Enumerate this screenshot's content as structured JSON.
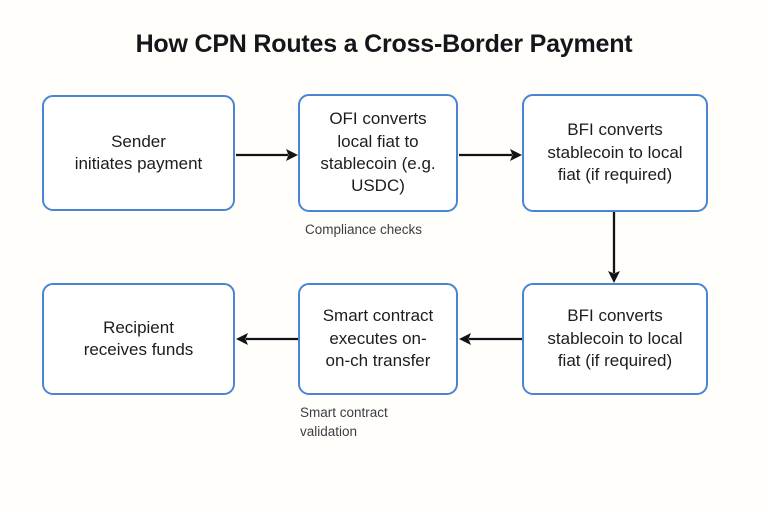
{
  "diagram": {
    "title": "How CPN Routes a Cross-Border Payment",
    "background_color": "#fffefb",
    "node_border_color": "#4a85d4",
    "node_fill_color": "#ffffff",
    "arrow_color": "#111317",
    "text_color": "#1b1d21",
    "nodes": [
      {
        "id": "sender",
        "label": "Sender\ninitiates payment"
      },
      {
        "id": "ofi",
        "label": "OFI converts\nlocal fiat to\nstablecoin (e.g.\nUSDC)"
      },
      {
        "id": "bfi-top",
        "label": "BFI converts\nstablecoin to local\nfiat (if required)"
      },
      {
        "id": "bfi-bottom",
        "label": "BFI converts\nstablecoin to local\nfiat (if required)"
      },
      {
        "id": "smart-contract",
        "label": "Smart contract\nexecutes on-\non-ch transfer"
      },
      {
        "id": "recipient",
        "label": "Recipient\nreceives funds"
      }
    ],
    "captions": [
      {
        "id": "compliance",
        "text": "Compliance checks"
      },
      {
        "id": "validation",
        "text": "Smart contract\nvalidation"
      }
    ],
    "arrows": [
      {
        "id": "sender-to-ofi",
        "from": "sender",
        "to": "ofi",
        "direction": "right"
      },
      {
        "id": "ofi-to-bfi-top",
        "from": "ofi",
        "to": "bfi-top",
        "direction": "right"
      },
      {
        "id": "bfi-top-to-bfi-bottom",
        "from": "bfi-top",
        "to": "bfi-bottom",
        "direction": "down"
      },
      {
        "id": "bfi-bottom-to-smart-contract",
        "from": "bfi-bottom",
        "to": "smart-contract",
        "direction": "left"
      },
      {
        "id": "smart-contract-to-recipient",
        "from": "smart-contract",
        "to": "recipient",
        "direction": "left"
      }
    ]
  }
}
